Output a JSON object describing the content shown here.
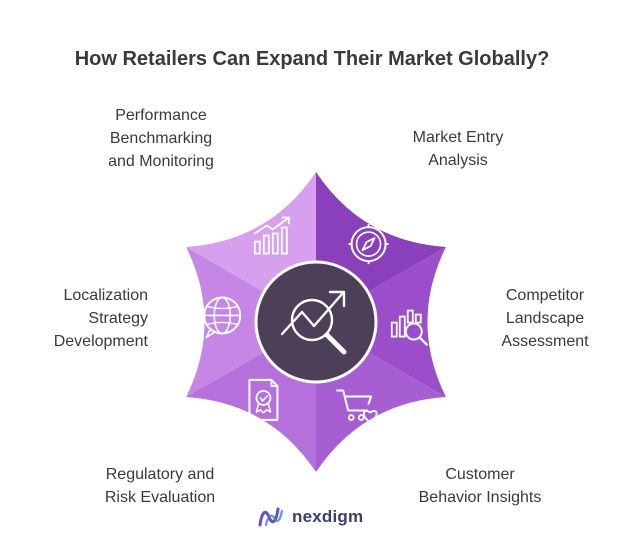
{
  "title": "How Retailers Can Expand Their Market Globally?",
  "segments": [
    {
      "lines": [
        "Market Entry",
        "Analysis"
      ],
      "color": "#8a3fbb",
      "icon": "compass-icon"
    },
    {
      "lines": [
        "Competitor",
        "Landscape",
        "Assessment"
      ],
      "color": "#9b4ec9",
      "icon": "magnifier-chart-icon"
    },
    {
      "lines": [
        "Customer",
        "Behavior Insights"
      ],
      "color": "#a75ed2",
      "icon": "cart-heart-icon"
    },
    {
      "lines": [
        "Regulatory and",
        "Risk Evaluation"
      ],
      "color": "#b670dc",
      "icon": "certificate-icon"
    },
    {
      "lines": [
        "Localization",
        "Strategy",
        "Development"
      ],
      "color": "#c686e6",
      "icon": "globe-icon"
    },
    {
      "lines": [
        "Performance",
        "Benchmarking",
        "and Monitoring"
      ],
      "color": "#d6a0ee",
      "icon": "growth-chart-icon"
    }
  ],
  "center_icon": "trend-magnifier-icon",
  "center_color": "#4e3f58",
  "logo": {
    "text": "nexdigm",
    "color": "#3a3f6e"
  }
}
